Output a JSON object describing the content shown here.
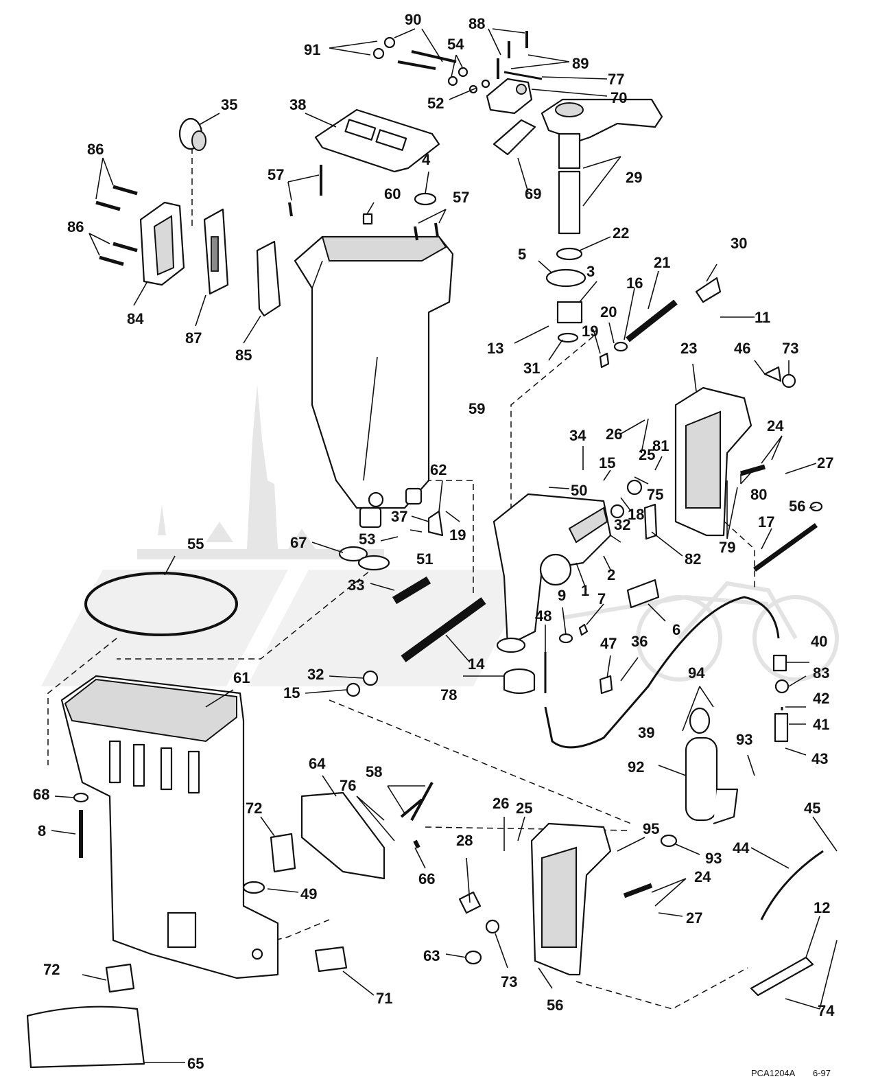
{
  "diagram_code": "PCA1204A",
  "diagram_date": "6-97",
  "watermark_logo": "church-and-motorcycle-logo",
  "callouts": {
    "c1": "1",
    "c2": "2",
    "c3": "3",
    "c4": "4",
    "c5": "5",
    "c6": "6",
    "c7": "7",
    "c8": "8",
    "c9": "9",
    "c11": "11",
    "c12": "12",
    "c13": "13",
    "c14": "14",
    "c15a": "15",
    "c15b": "15",
    "c16": "16",
    "c17": "17",
    "c18": "18",
    "c19a": "19",
    "c19b": "19",
    "c20": "20",
    "c21": "21",
    "c22": "22",
    "c23": "23",
    "c24a": "24",
    "c24b": "24",
    "c25a": "25",
    "c25b": "25",
    "c26a": "26",
    "c26b": "26",
    "c27a": "27",
    "c27b": "27",
    "c28": "28",
    "c29": "29",
    "c30": "30",
    "c31": "31",
    "c32a": "32",
    "c32b": "32",
    "c33": "33",
    "c34": "34",
    "c35": "35",
    "c36": "36",
    "c37": "37",
    "c38": "38",
    "c39": "39",
    "c40": "40",
    "c41": "41",
    "c42": "42",
    "c43": "43",
    "c44": "44",
    "c45": "45",
    "c46": "46",
    "c47": "47",
    "c48": "48",
    "c49": "49",
    "c50": "50",
    "c51": "51",
    "c52": "52",
    "c53": "53",
    "c54": "54",
    "c55": "55",
    "c56a": "56",
    "c56b": "56",
    "c57a": "57",
    "c57b": "57",
    "c58": "58",
    "c59": "59",
    "c60": "60",
    "c61": "61",
    "c62": "62",
    "c63": "63",
    "c64": "64",
    "c65": "65",
    "c66": "66",
    "c67": "67",
    "c68": "68",
    "c69": "69",
    "c70": "70",
    "c71": "71",
    "c72a": "72",
    "c72b": "72",
    "c73a": "73",
    "c73b": "73",
    "c74": "74",
    "c75": "75",
    "c76": "76",
    "c77": "77",
    "c78": "78",
    "c79": "79",
    "c80": "80",
    "c81": "81",
    "c82": "82",
    "c83": "83",
    "c84": "84",
    "c85": "85",
    "c86a": "86",
    "c86b": "86",
    "c87": "87",
    "c88": "88",
    "c89": "89",
    "c90": "90",
    "c91": "91",
    "c92": "92",
    "c93a": "93",
    "c93b": "93",
    "c94": "94",
    "c95": "95"
  }
}
